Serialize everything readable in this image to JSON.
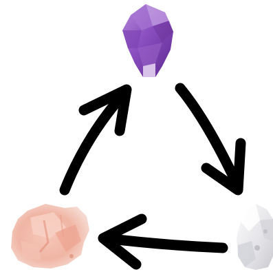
{
  "diagram": {
    "type": "cycle",
    "nodes": [
      {
        "id": "amethyst",
        "icon": "amethyst-crystal-icon",
        "color": "#9b5fc4"
      },
      {
        "id": "quartz",
        "icon": "clear-quartz-icon",
        "color": "#e6e6e8"
      },
      {
        "id": "rose-quartz",
        "icon": "rose-quartz-icon",
        "color": "#f2b8a8"
      }
    ],
    "edges": [
      {
        "from": "amethyst",
        "to": "quartz",
        "icon": "arrow-icon"
      },
      {
        "from": "quartz",
        "to": "rose-quartz",
        "icon": "arrow-icon"
      },
      {
        "from": "rose-quartz",
        "to": "amethyst",
        "icon": "arrow-icon"
      }
    ],
    "arrow_color": "#000000"
  }
}
